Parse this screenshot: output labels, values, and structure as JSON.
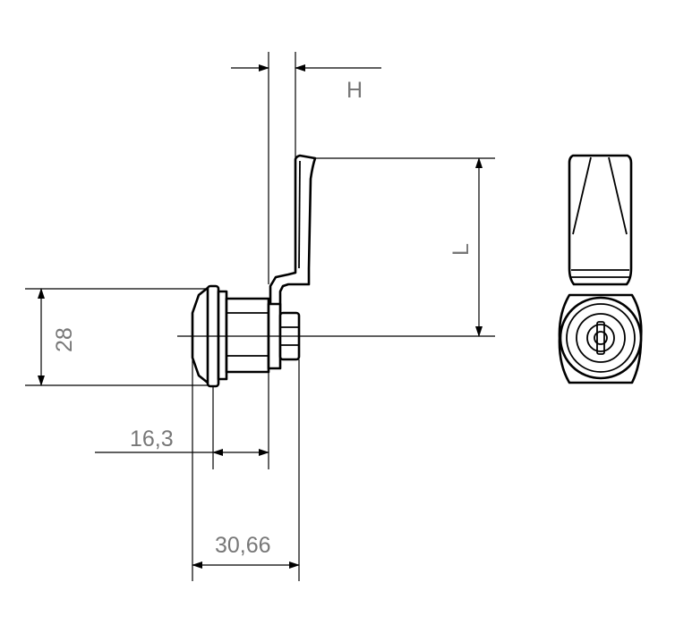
{
  "dimensions": {
    "h": "H",
    "l": "L",
    "d28": "28",
    "d16_3": "16,3",
    "d30_66": "30,66"
  }
}
